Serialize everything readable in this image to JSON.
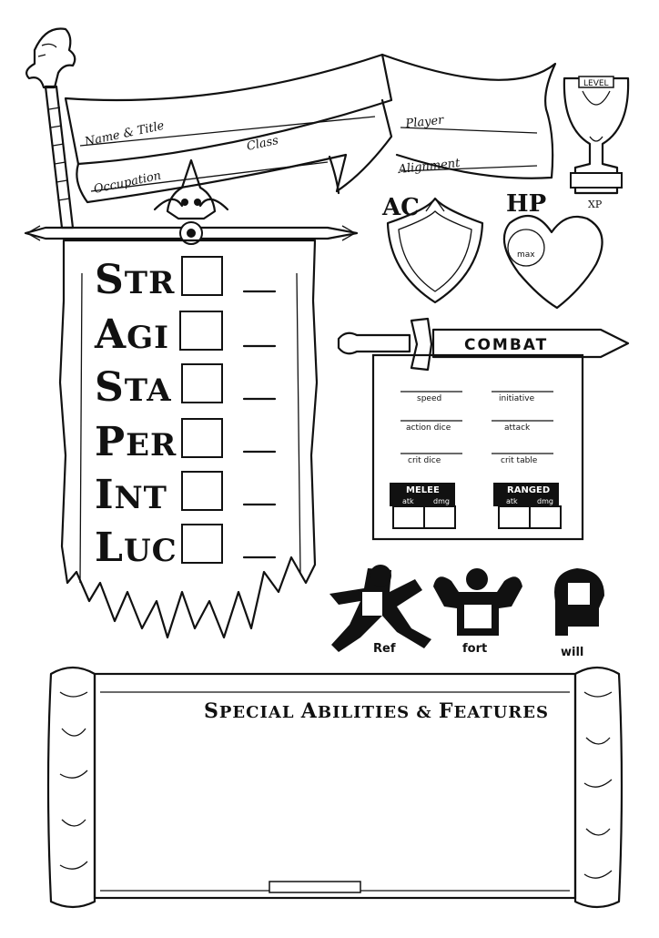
{
  "banner": {
    "name_title": "Name & Title",
    "class": "Class",
    "player": "Player",
    "occupation": "Occupation",
    "alignment": "Alignment"
  },
  "level": {
    "label": "LEVEL",
    "xp_label": "XP"
  },
  "defense": {
    "ac_label": "AC",
    "hp_label": "HP",
    "hp_max_label": "max"
  },
  "attributes": [
    {
      "key": "str",
      "cap": "S",
      "rest": "TR"
    },
    {
      "key": "agi",
      "cap": "A",
      "rest": "GI"
    },
    {
      "key": "sta",
      "cap": "S",
      "rest": "TA"
    },
    {
      "key": "per",
      "cap": "P",
      "rest": "ER"
    },
    {
      "key": "int",
      "cap": "I",
      "rest": "NT"
    },
    {
      "key": "luc",
      "cap": "L",
      "rest": "UC"
    }
  ],
  "combat": {
    "title": "COMBAT",
    "speed": "speed",
    "initiative": "initiative",
    "action_dice": "action dice",
    "attack": "attack",
    "crit_dice": "crit dice",
    "crit_table": "crit table",
    "melee": {
      "label": "MELEE",
      "atk": "atk",
      "dmg": "dmg"
    },
    "ranged": {
      "label": "RANGED",
      "atk": "atk",
      "dmg": "dmg"
    }
  },
  "saves": {
    "ref": "Ref",
    "fort": "fort",
    "will": "will"
  },
  "special": {
    "title_caps": [
      "S",
      "A",
      "F"
    ],
    "title_parts": [
      "PECIAL ",
      "BILITIES & ",
      "EATURES"
    ]
  }
}
